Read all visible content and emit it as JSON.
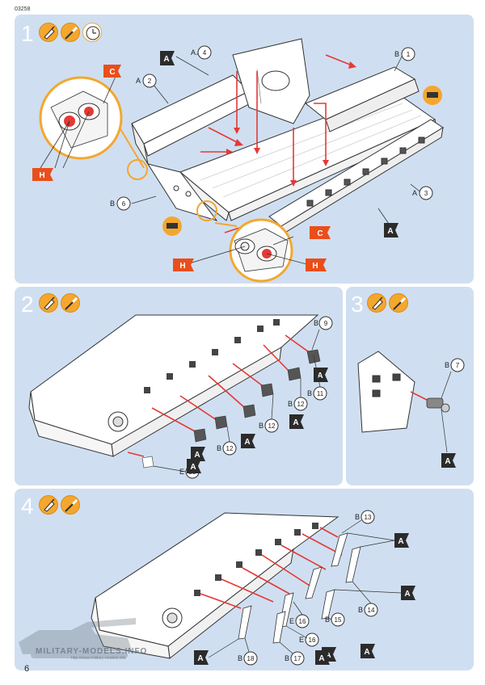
{
  "page": {
    "code": "03258",
    "number": "6"
  },
  "watermark": {
    "text": "MILITARY-MODELS.INFO",
    "sub": "http://www.military-models.info"
  },
  "colors": {
    "panel": "#cfdff1",
    "arrow": "#e53935",
    "tag": "#e94e1b",
    "icon": "#f4a72e",
    "flag": "#2b2b2b"
  },
  "steps": [
    {
      "number": "1",
      "icons": [
        "glue-tube-icon",
        "paint-brush-icon",
        "clock-icon"
      ],
      "parts": [
        {
          "letter": "A",
          "num": "4"
        },
        {
          "letter": "A",
          "num": "2"
        },
        {
          "letter": "B",
          "num": "1"
        },
        {
          "letter": "A",
          "num": "3"
        },
        {
          "letter": "B",
          "num": "6"
        }
      ],
      "flags": [
        "A",
        "A"
      ],
      "tags": [
        "C",
        "C",
        "H",
        "H",
        "H"
      ]
    },
    {
      "number": "2",
      "icons": [
        "glue-tube-icon",
        "paint-brush-icon"
      ],
      "parts": [
        {
          "letter": "B",
          "num": "9"
        },
        {
          "letter": "B",
          "num": "11"
        },
        {
          "letter": "B",
          "num": "12"
        },
        {
          "letter": "B",
          "num": "12"
        },
        {
          "letter": "B",
          "num": "12"
        },
        {
          "letter": "E",
          "num": "25"
        }
      ],
      "flags": [
        "A",
        "A",
        "A",
        "A",
        "A"
      ]
    },
    {
      "number": "3",
      "icons": [
        "glue-tube-icon",
        "paint-brush-icon"
      ],
      "parts": [
        {
          "letter": "B",
          "num": "7"
        }
      ],
      "flags": [
        "A"
      ]
    },
    {
      "number": "4",
      "icons": [
        "glue-tube-icon",
        "paint-brush-icon"
      ],
      "parts": [
        {
          "letter": "B",
          "num": "13"
        },
        {
          "letter": "B",
          "num": "14"
        },
        {
          "letter": "B",
          "num": "15"
        },
        {
          "letter": "E",
          "num": "16"
        },
        {
          "letter": "E",
          "num": "16"
        },
        {
          "letter": "B",
          "num": "17"
        },
        {
          "letter": "B",
          "num": "18"
        }
      ],
      "flags": [
        "A",
        "A",
        "A",
        "A",
        "A",
        "A"
      ]
    }
  ]
}
